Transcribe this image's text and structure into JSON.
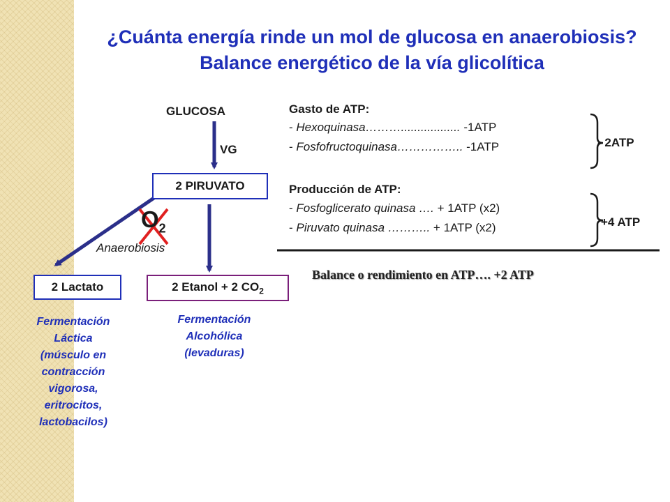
{
  "title": {
    "line1": "¿Cuánta energía rinde un mol de glucosa en anaerobiosis?",
    "line2": "Balance energético de la vía glicolítica"
  },
  "pathway": {
    "glucose": "GLUCOSA",
    "vg": "VG",
    "pyruvate_box": "2 PIRUVATO",
    "oxygen": "O",
    "oxygen_sub": "2",
    "anaerobiosis": "Anaerobiosis",
    "lactate_box": "2 Lactato",
    "ethanol_box_main": "2 Etanol + 2 CO",
    "ethanol_box_sub": "2"
  },
  "captions": {
    "lactic": [
      "Fermentación",
      "Láctica",
      "(músculo en",
      "contracción",
      "vigorosa,",
      "eritrocitos,",
      "lactobacilos)"
    ],
    "alcoholic": [
      "Fermentación",
      "Alcohólica",
      "(levaduras)"
    ]
  },
  "atp": {
    "spend_title": "Gasto de ATP:",
    "spend_items": [
      {
        "prefix": "- ",
        "enzyme": "Hexoquinasa………..................",
        "value": " -1ATP"
      },
      {
        "prefix": "- ",
        "enzyme": "Fosfofructoquinasa……………..",
        "value": " -1ATP"
      }
    ],
    "spend_total": "- 2ATP",
    "produce_title": "Producción de ATP:",
    "produce_items": [
      {
        "prefix": "- ",
        "enzyme": "Fosfoglicerato quinasa ….",
        "value": " + 1ATP (x2)"
      },
      {
        "prefix": "- ",
        "enzyme": "Piruvato quinasa ………..",
        "value": " + 1ATP (x2)"
      }
    ],
    "produce_total": "+4 ATP",
    "balance": "Balance o rendimiento en ATP…. +2 ATP"
  },
  "colors": {
    "title_blue": "#1f2fb8",
    "arrow_navy": "#2b2f8a",
    "cross_red": "#e02020",
    "ethanol_border": "#7a1f7a",
    "side_band": "#f0e2b4"
  }
}
